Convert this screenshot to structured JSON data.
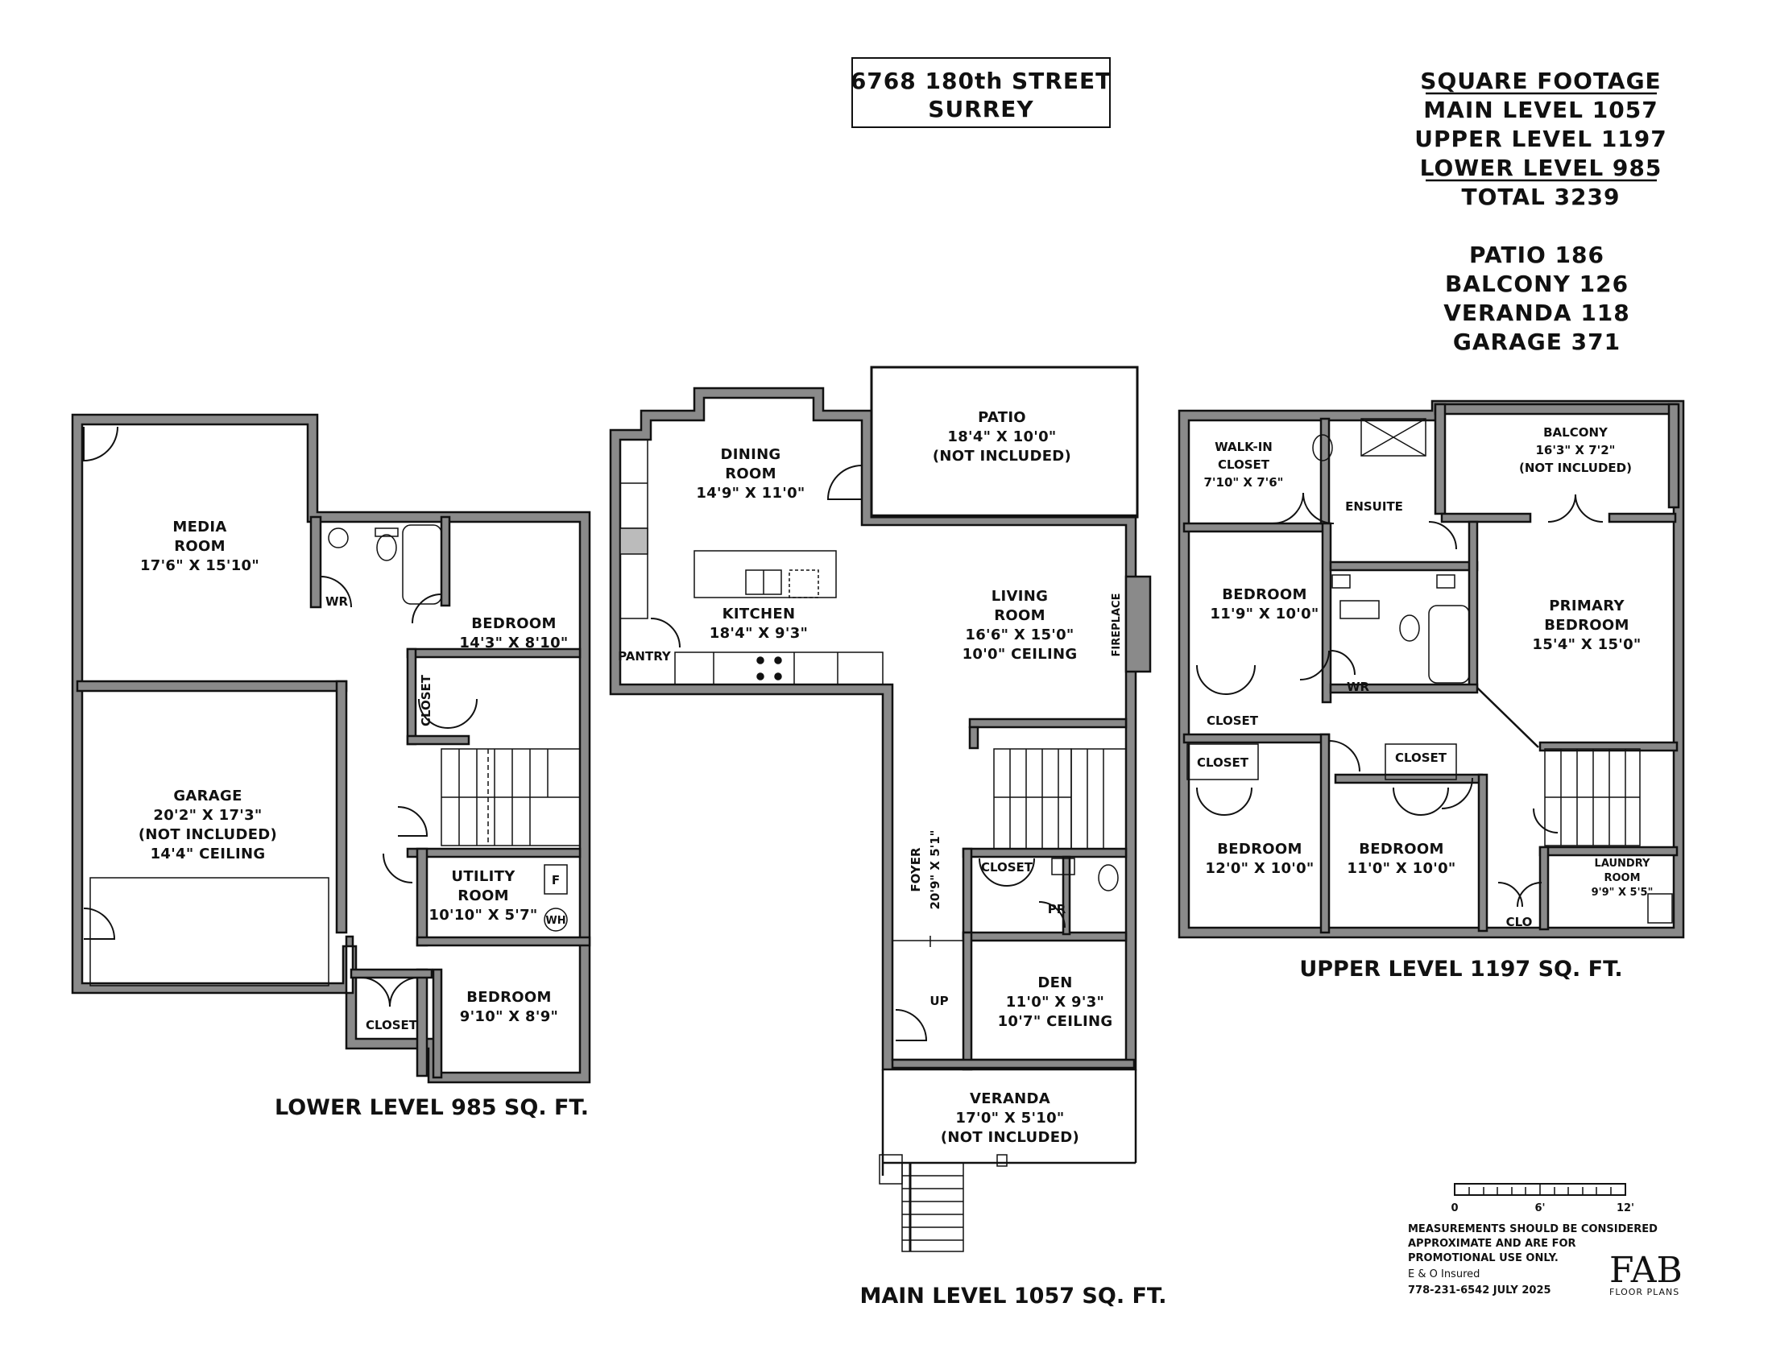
{
  "address": {
    "line1": "6768 180th STREET",
    "line2": "SURREY"
  },
  "square_footage": {
    "heading": "SQUARE FOOTAGE",
    "main": "MAIN LEVEL 1057",
    "upper": "UPPER LEVEL 1197",
    "lower": "LOWER LEVEL 985",
    "total": "TOTAL 3239"
  },
  "extras": {
    "patio": "PATIO 186",
    "balcony": "BALCONY 126",
    "veranda": "VERANDA 118",
    "garage": "GARAGE 371"
  },
  "levels": {
    "lower": "LOWER LEVEL 985 SQ. FT.",
    "main": "MAIN LEVEL 1057 SQ. FT.",
    "upper": "UPPER LEVEL 1197 SQ. FT."
  },
  "lower_rooms": {
    "media": [
      "MEDIA",
      "ROOM",
      "17'6\" X 15'10\""
    ],
    "wr": "WR",
    "bedroom1": [
      "BEDROOM",
      "14'3\" X 8'10\""
    ],
    "closet1": "CLOSET",
    "garage": [
      "GARAGE",
      "20'2\" X 17'3\"",
      "(NOT INCLUDED)",
      "14'4\" CEILING"
    ],
    "utility": [
      "UTILITY",
      "ROOM",
      "10'10\" X 5'7\""
    ],
    "f": "F",
    "wh": "WH",
    "bedroom2": [
      "BEDROOM",
      "9'10\" X 8'9\""
    ],
    "closet2": "CLOSET"
  },
  "main_rooms": {
    "dining": [
      "DINING",
      "ROOM",
      "14'9\" X 11'0\""
    ],
    "patio": [
      "PATIO",
      "18'4\" X 10'0\"",
      "(NOT INCLUDED)"
    ],
    "kitchen": [
      "KITCHEN",
      "18'4\" X 9'3\""
    ],
    "pantry": "PANTRY",
    "living": [
      "LIVING",
      "ROOM",
      "16'6\" X 15'0\"",
      "10'0\" CEILING"
    ],
    "fireplace": "FIREPLACE",
    "foyer": "FOYER",
    "foyer_dim": "20'9\" X 5'1\"",
    "closet": "CLOSET",
    "pr": "PR",
    "up": "UP",
    "den": [
      "DEN",
      "11'0\" X 9'3\"",
      "10'7\" CEILING"
    ],
    "veranda": [
      "VERANDA",
      "17'0\" X 5'10\"",
      "(NOT INCLUDED)"
    ]
  },
  "upper_rooms": {
    "walkin": [
      "WALK-IN",
      "CLOSET",
      "7'10\" X 7'6\""
    ],
    "ensuite": "ENSUITE",
    "balcony": [
      "BALCONY",
      "16'3\" X 7'2\"",
      "(NOT INCLUDED)"
    ],
    "bedroom1": [
      "BEDROOM",
      "11'9\" X 10'0\""
    ],
    "primary": [
      "PRIMARY",
      "BEDROOM",
      "15'4\" X 15'0\""
    ],
    "closet1": "CLOSET",
    "wr": "WR",
    "closet2": "CLOSET",
    "closet3": "CLOSET",
    "bedroom2": [
      "BEDROOM",
      "12'0\" X 10'0\""
    ],
    "bedroom3": [
      "BEDROOM",
      "11'0\" X 10'0\""
    ],
    "laundry": [
      "LAUNDRY",
      "ROOM",
      "9'9\" X 5'5\""
    ],
    "clo": "CLO"
  },
  "scale": {
    "zero": "0",
    "mid": "6'",
    "end": "12'"
  },
  "disclaimer": {
    "l1": "MEASUREMENTS SHOULD BE CONSIDERED",
    "l2": "APPROXIMATE AND ARE FOR",
    "l3": "PROMOTIONAL USE ONLY.",
    "l4": "E & O Insured",
    "l5": "778-231-6542  JULY 2025"
  },
  "logo": {
    "mark": "FAB",
    "sub": "FLOOR PLANS"
  }
}
